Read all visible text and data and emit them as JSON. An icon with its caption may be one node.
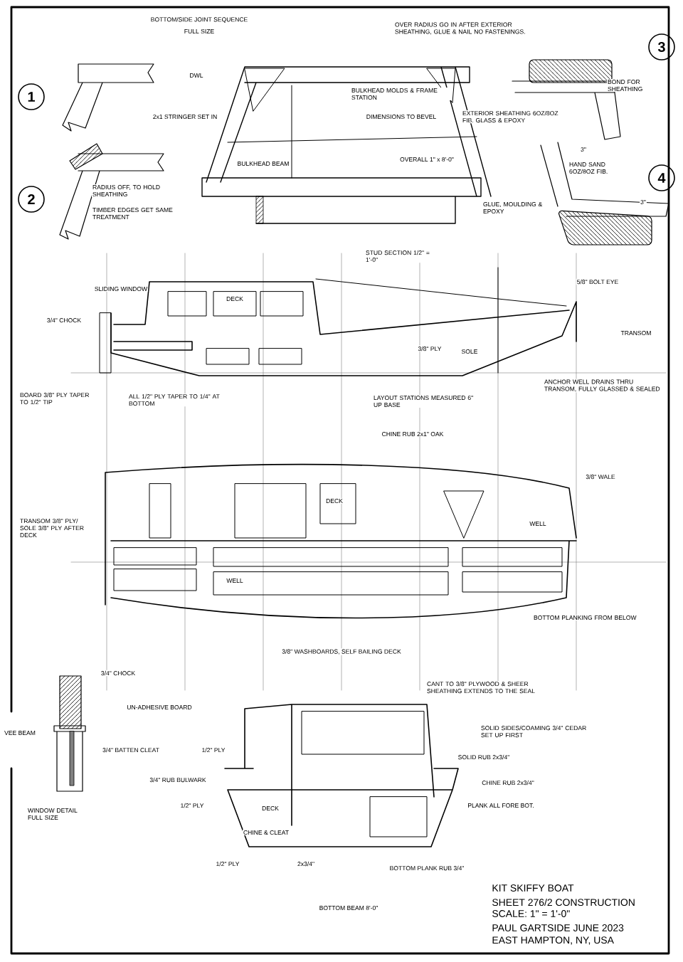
{
  "diagram": {
    "nodes": [
      {
        "text": [
          "1"
        ]
      },
      {
        "text": [
          "2"
        ]
      },
      {
        "text": [
          "3"
        ]
      },
      {
        "text": [
          "4"
        ]
      }
    ],
    "labels": [
      "BOTTOM/SIDE JOINT SEQUENCE",
      "FULL SIZE",
      "DWL",
      "2x1 STRINGER SET IN",
      "BULKHEAD BEAM",
      "RADIUS OFF, TO HOLD SHEATHING",
      "TIMBER EDGES GET SAME TREATMENT",
      "BULKHEAD MOLDS & FRAME STATION",
      "DIMENSIONS TO BEVEL",
      "OVERALL 1\" x 8'-0\"",
      "STUD SECTION 1/2\" = 1'-0\"",
      "OVER RADIUS GO IN AFTER EXTERIOR SHEATHING, GLUE & NAIL NO FASTENINGS.",
      "BOND FOR SHEATHING",
      "EXTERIOR SHEATHING 6OZ/8OZ FIB. GLASS & EPOXY",
      "3\"",
      "HAND SAND 6OZ/8OZ FIB.",
      "GLUE, MOULDING & EPOXY",
      "3\"",
      "SLIDING WINDOW",
      "DECK",
      "3/4\" CHOCK",
      "5/8\" BOLT EYE",
      "3/8\" PLY",
      "SOLE",
      "TRANSOM",
      "BOARD 3/8\" PLY TAPER TO 1/2\" TIP",
      "ALL 1/2\" PLY TAPER TO 1/4\" AT BOTTOM",
      "ANCHOR WELL DRAINS THRU TRANSOM, FULLY GLASSED & SEALED",
      "LAYOUT STATIONS MEASURED 6\" UP BASE",
      "CHINE RUB 2x1\" OAK",
      "3/8\" WALE",
      "TRANSOM 3/8\" PLY/ SOLE 3/8\" PLY AFTER DECK",
      "DECK",
      "WELL",
      "WELL",
      "BOTTOM PLANKING FROM BELOW",
      "3/8\" WASHBOARDS, SELF BAILING DECK",
      "3/4\" CHOCK",
      "UN-ADHESIVE BOARD",
      "VEE BEAM",
      "3/4\" BATTEN CLEAT",
      "WINDOW DETAIL FULL SIZE",
      "1/2\" PLY",
      "3/4\" RUB BULWARK",
      "1/2\" PLY",
      "DECK",
      "CHINE & CLEAT",
      "1/2\" PLY",
      "2x3/4\"",
      "BOTTOM BEAM 8'-0\"",
      "CANT TO 3/8\" PLYWOOD & SHEER SHEATHING EXTENDS TO THE SEAL",
      "SOLID SIDES/COAMING 3/4\" CEDAR SET UP FIRST",
      "SOLID RUB 2x3/4\"",
      "CHINE RUB 2x3/4\"",
      "PLANK ALL FORE BOT.",
      "BOTTOM PLANK RUB 3/4\"",
      "KIT SKIFFY BOAT",
      "SHEET 276/2 CONSTRUCTION",
      "SCALE: 1\" = 1'-0\"",
      "PAUL GARTSIDE JUNE 2023",
      "EAST HAMPTON, NY, USA"
    ]
  }
}
